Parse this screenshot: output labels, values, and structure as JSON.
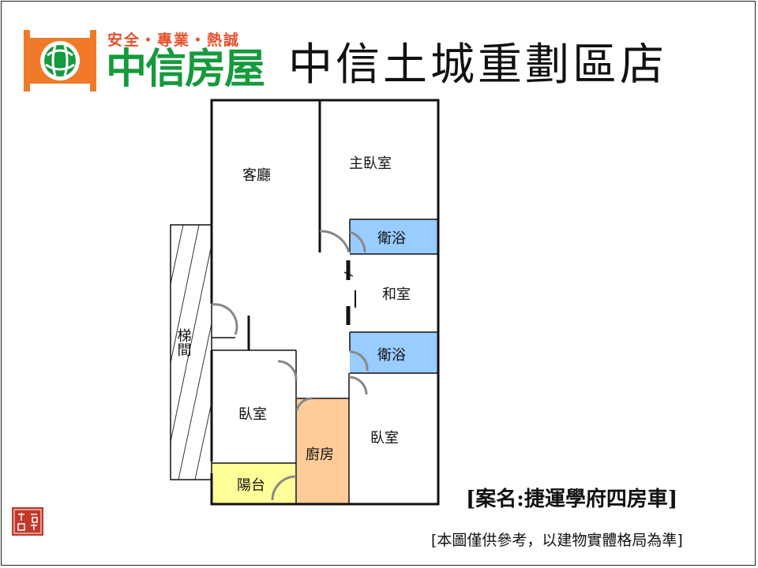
{
  "header": {
    "slogan": "安全・專業・熱誠",
    "brand": "中信房屋",
    "branch": "中信土城重劃區店"
  },
  "rooms": {
    "living": "客廳",
    "master_bedroom": "主臥室",
    "bath_1": "衛浴",
    "japanese_room": "和室",
    "bath_2": "衛浴",
    "stairwell": "梯間",
    "bedroom_left": "臥室",
    "kitchen": "廚房",
    "bedroom_right": "臥室",
    "balcony": "陽台"
  },
  "footer": {
    "case_name": "[案名:捷運學府四房車]",
    "disclaimer": "[本圖僅供參考，以建物實體格局為準]",
    "seal_text": "嚴承選祐"
  },
  "colors": {
    "brand_orange": "#f07a2a",
    "brand_green": "#159a3c",
    "bath_blue": "#99ccff",
    "kitchen_orange": "#ffcc99",
    "balcony_yellow": "#ffff99",
    "seal_red": "#c0392b"
  }
}
